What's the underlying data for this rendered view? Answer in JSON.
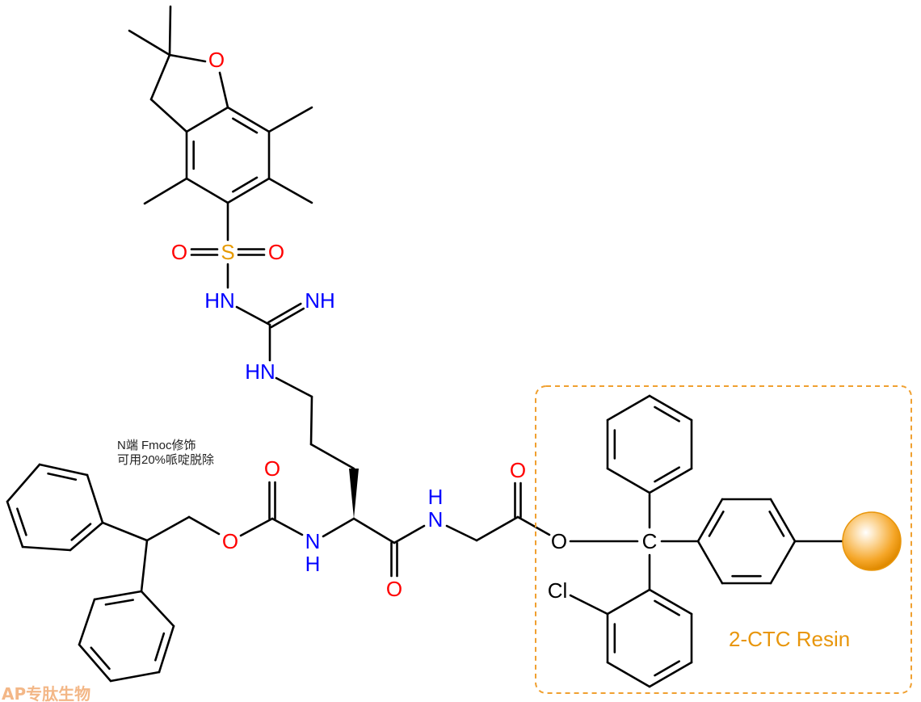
{
  "colors": {
    "oxygen": "#ff0000",
    "nitrogen": "#0000ff",
    "sulfur": "#e69a00",
    "carbon": "#000000",
    "resin": "#e8960c",
    "watermark": "#f0a060"
  },
  "atoms": {
    "o": "O",
    "s": "S",
    "hn": "HN",
    "nh": "NH",
    "n": "N",
    "h": "H",
    "cl": "Cl",
    "c": "C"
  },
  "annotation": {
    "line1": "N端 Fmoc修饰",
    "line2": "可用20%哌啶脱除"
  },
  "resin": {
    "label": "2-CTC Resin"
  },
  "watermark": {
    "text": "AP专肽生物"
  }
}
